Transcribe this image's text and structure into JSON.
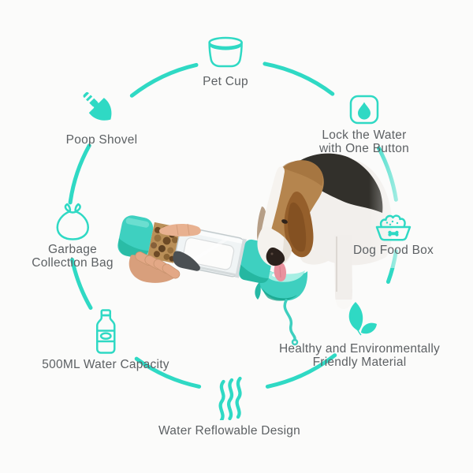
{
  "colors": {
    "accent_teal": "#2fd9c4",
    "product_teal": "#3ed0c0",
    "label_text": "#5d6164",
    "background": "#fbfbfa"
  },
  "features": [
    {
      "name": "pet-cup",
      "icon": "pet-cup-icon",
      "lines": [
        "Pet Cup"
      ]
    },
    {
      "name": "lock-the-water",
      "icon": "water-drop-lock-button-icon",
      "lines": [
        "Lock the Water",
        "with One Button"
      ]
    },
    {
      "name": "dog-food-box",
      "icon": "dog-food-bowl-icon",
      "lines": [
        "Dog Food Box"
      ]
    },
    {
      "name": "healthy-material",
      "icon": "eco-leaves-icon",
      "lines": [
        "Healthy and Environmentally",
        "Friendly Material"
      ]
    },
    {
      "name": "water-reflowable-design",
      "icon": "water-flow-waves-icon",
      "lines": [
        "Water Reflowable Design"
      ]
    },
    {
      "name": "500ml-water-capacity",
      "icon": "water-bottle-icon",
      "lines": [
        "500ML Water Capacity"
      ]
    },
    {
      "name": "garbage-collection-bag",
      "icon": "garbage-bag-icon",
      "lines": [
        "Garbage",
        "Collection Bag"
      ]
    },
    {
      "name": "poop-shovel",
      "icon": "poop-shovel-icon",
      "lines": [
        "Poop Shovel"
      ]
    }
  ],
  "center_photo": {
    "subject": "Beagle dog drinking from a teal multifunction pet water bottle held in a hand"
  }
}
